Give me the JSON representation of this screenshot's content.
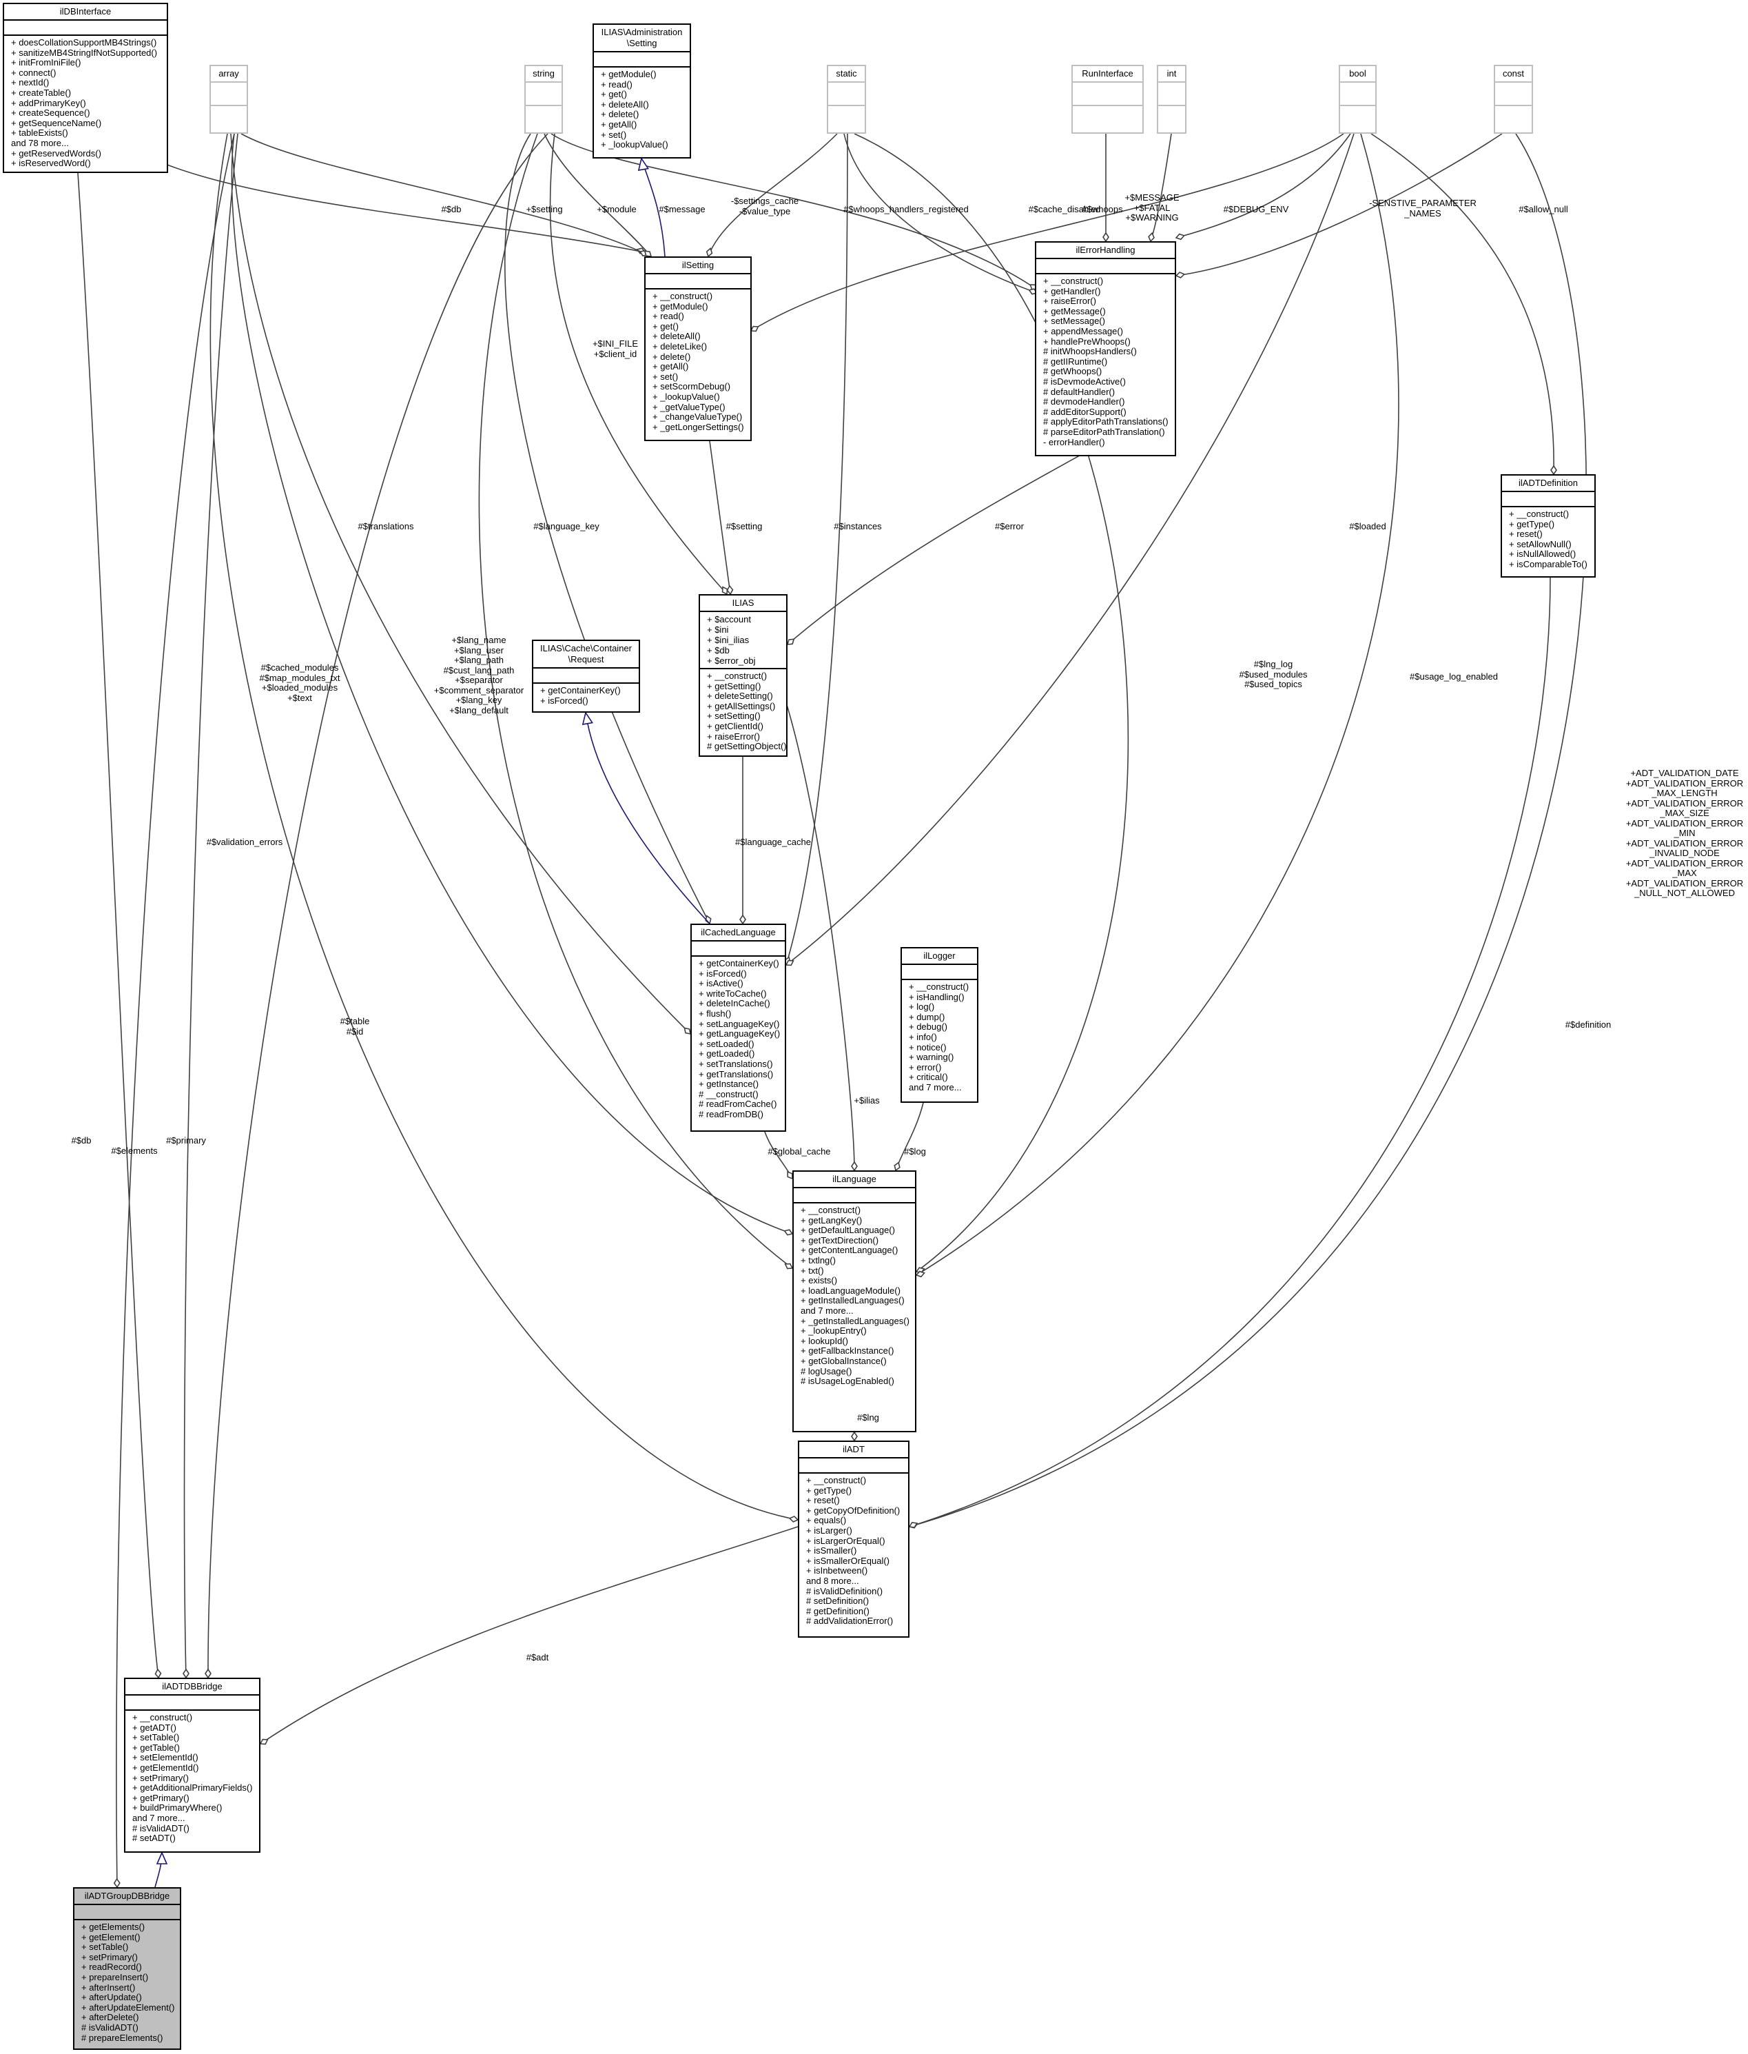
{
  "diagram": {
    "classes": {
      "ilDBInterface": {
        "name": "ilDBInterface",
        "attributes": [],
        "operations": [
          "+ doesCollationSupportMB4Strings()",
          "+ sanitizeMB4StringIfNotSupported()",
          "+ initFromIniFile()",
          "+ connect()",
          "+ nextId()",
          "+ createTable()",
          "+ addPrimaryKey()",
          "+ createSequence()",
          "+ getSequenceName()",
          "+ tableExists()",
          "and 78 more...",
          "+ getReservedWords()",
          "+ isReservedWord()"
        ]
      },
      "array": {
        "name": "array"
      },
      "string": {
        "name": "string"
      },
      "adminSetting": {
        "name": "ILIAS\\Administration\n\\Setting",
        "attributes": [],
        "operations": [
          "+ getModule()",
          "+ read()",
          "+ get()",
          "+ deleteAll()",
          "+ delete()",
          "+ getAll()",
          "+ set()",
          "+ _lookupValue()"
        ]
      },
      "static": {
        "name": "static"
      },
      "RunInterface": {
        "name": "RunInterface"
      },
      "int": {
        "name": "int"
      },
      "bool": {
        "name": "bool"
      },
      "const": {
        "name": "const"
      },
      "ilSetting": {
        "name": "ilSetting",
        "attributes": [],
        "operations": [
          "+ __construct()",
          "+ getModule()",
          "+ read()",
          "+ get()",
          "+ deleteAll()",
          "+ deleteLike()",
          "+ delete()",
          "+ getAll()",
          "+ set()",
          "+ setScormDebug()",
          "+ _lookupValue()",
          "+ _getValueType()",
          "+ _changeValueType()",
          "+ _getLongerSettings()"
        ]
      },
      "ilErrorHandling": {
        "name": "ilErrorHandling",
        "attributes": [],
        "operations": [
          "+ __construct()",
          "+ getHandler()",
          "+ raiseError()",
          "+ getMessage()",
          "+ setMessage()",
          "+ appendMessage()",
          "+ handlePreWhoops()",
          "# initWhoopsHandlers()",
          "# getIIRuntime()",
          "# getWhoops()",
          "# isDevmodeActive()",
          "# defaultHandler()",
          "# devmodeHandler()",
          "# addEditorSupport()",
          "# applyEditorPathTranslations()",
          "# parseEditorPathTranslation()",
          "- errorHandler()"
        ]
      },
      "ilADTDefinition": {
        "name": "ilADTDefinition",
        "attributes": [],
        "operations": [
          "+ __construct()",
          "+ getType()",
          "+ reset()",
          "+ setAllowNull()",
          "+ isNullAllowed()",
          "+ isComparableTo()"
        ]
      },
      "ILIAS": {
        "name": "ILIAS",
        "attributes": [
          "+ $account",
          "+ $ini",
          "+ $ini_ilias",
          "+ $db",
          "+ $error_obj"
        ],
        "operations": [
          "+ __construct()",
          "+ getSetting()",
          "+ deleteSetting()",
          "+ getAllSettings()",
          "+ setSetting()",
          "+ getClientId()",
          "+ raiseError()",
          "# getSettingObject()"
        ]
      },
      "cacheRequest": {
        "name": "ILIAS\\Cache\\Container\n\\Request",
        "attributes": [],
        "operations": [
          "+ getContainerKey()",
          "+ isForced()"
        ]
      },
      "ilCachedLanguage": {
        "name": "ilCachedLanguage",
        "attributes": [],
        "operations": [
          "+ getContainerKey()",
          "+ isForced()",
          "+ isActive()",
          "+ writeToCache()",
          "+ deleteInCache()",
          "+ flush()",
          "+ setLanguageKey()",
          "+ getLanguageKey()",
          "+ setLoaded()",
          "+ getLoaded()",
          "+ setTranslations()",
          "+ getTranslations()",
          "+ getInstance()",
          "# __construct()",
          "# readFromCache()",
          "# readFromDB()"
        ]
      },
      "ilLogger": {
        "name": "ilLogger",
        "attributes": [],
        "operations": [
          "+ __construct()",
          "+ isHandling()",
          "+ log()",
          "+ dump()",
          "+ debug()",
          "+ info()",
          "+ notice()",
          "+ warning()",
          "+ error()",
          "+ critical()",
          "and 7 more..."
        ]
      },
      "ilLanguage": {
        "name": "ilLanguage",
        "attributes": [],
        "operations": [
          "+ __construct()",
          "+ getLangKey()",
          "+ getDefaultLanguage()",
          "+ getTextDirection()",
          "+ getContentLanguage()",
          "+ txtlng()",
          "+ txt()",
          "+ exists()",
          "+ loadLanguageModule()",
          "+ getInstalledLanguages()",
          "and 7 more...",
          "+ _getInstalledLanguages()",
          "+ _lookupEntry()",
          "+ lookupId()",
          "+ getFallbackInstance()",
          "+ getGlobalInstance()",
          "# logUsage()",
          "# isUsageLogEnabled()"
        ]
      },
      "ilADT": {
        "name": "ilADT",
        "attributes": [],
        "operations": [
          "+ __construct()",
          "+ getType()",
          "+ reset()",
          "+ getCopyOfDefinition()",
          "+ equals()",
          "+ isLarger()",
          "+ isLargerOrEqual()",
          "+ isSmaller()",
          "+ isSmallerOrEqual()",
          "+ isInbetween()",
          "and 8 more...",
          "# isValidDefinition()",
          "# setDefinition()",
          "# getDefinition()",
          "# addValidationError()"
        ]
      },
      "ilADTDBBridge": {
        "name": "ilADTDBBridge",
        "attributes": [],
        "operations": [
          "+ __construct()",
          "+ getADT()",
          "+ setTable()",
          "+ getTable()",
          "+ setElementId()",
          "+ getElementId()",
          "+ setPrimary()",
          "+ getAdditionalPrimaryFields()",
          "+ getPrimary()",
          "+ buildPrimaryWhere()",
          "and 7 more...",
          "# isValidADT()",
          "# setADT()"
        ]
      },
      "ilADTGroupDBBridge": {
        "name": "ilADTGroupDBBridge",
        "attributes": [],
        "operations": [
          "+ getElements()",
          "+ getElement()",
          "+ setTable()",
          "+ setPrimary()",
          "+ readRecord()",
          "+ prepareInsert()",
          "+ afterInsert()",
          "+ afterUpdate()",
          "+ afterUpdateElement()",
          "+ afterDelete()",
          "# isValidADT()",
          "# prepareElements()"
        ]
      }
    },
    "edge_labels": {
      "db_top": "#$db",
      "setting_str": "+$setting",
      "module": "+$module",
      "message": "#$message",
      "settings_cache": "-$settings_cache\n-$value_type",
      "whoops_reg": "#$whoops_handlers_registered",
      "cache_disabled": "#$cache_disabled",
      "whoops": "#$whoops",
      "fatal": "+$MESSAGE\n+$FATAL\n+$WARNING",
      "debug_env": "#$DEBUG_ENV",
      "senstive": "-SENSTIVE_PARAMETER\n_NAMES",
      "allow_null": "#$allow_null",
      "ini_file": "+$INI_FILE\n+$client_id",
      "translations": "#$translations",
      "language_key": "#$language_key",
      "setting_ilias": "#$setting",
      "instances": "#$instances",
      "error": "#$error",
      "loaded": "#$loaded",
      "cached_modules": "#$cached_modules\n#$map_modules_txt\n+$loaded_modules\n+$text",
      "lang_vars": "+$lang_name\n+$lang_user\n+$lang_path\n#$cust_lang_path\n+$separator\n+$comment_separator\n+$lang_key\n+$lang_default",
      "lng_log": "#$lng_log\n#$used_modules\n#$used_topics",
      "usage_log": "#$usage_log_enabled",
      "adt_consts": "+ADT_VALIDATION_DATE\n+ADT_VALIDATION_ERROR\n_MAX_LENGTH\n+ADT_VALIDATION_ERROR\n_MAX_SIZE\n+ADT_VALIDATION_ERROR\n_MIN\n+ADT_VALIDATION_ERROR\n_INVALID_NODE\n+ADT_VALIDATION_ERROR\n_MAX\n+ADT_VALIDATION_ERROR\n_NULL_NOT_ALLOWED",
      "validation_errors": "#$validation_errors",
      "language_cache": "#$language_cache",
      "ilias": "+$ilias",
      "table_id": "#$table\n#$id",
      "db_bridge": "#$db",
      "primary": "#$primary",
      "global_cache": "#$global_cache",
      "log": "#$log",
      "definition": "#$definition",
      "elements": "#$elements",
      "lng": "#$lng",
      "adt": "#$adt"
    }
  }
}
